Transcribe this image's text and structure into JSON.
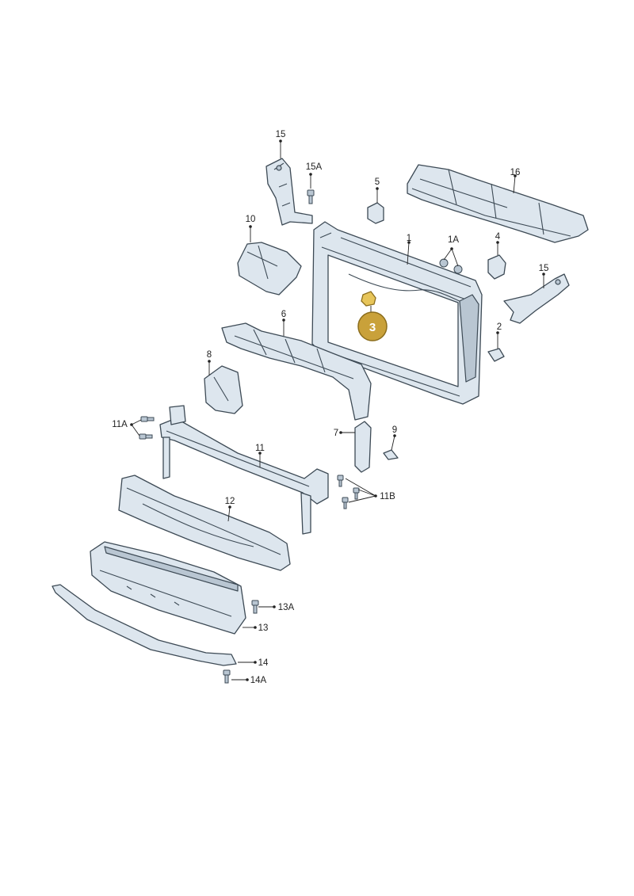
{
  "diagram": {
    "highlight": {
      "label": "3",
      "color": "#c9a13a"
    },
    "labels": {
      "p1": "1",
      "p1A": "1A",
      "p2": "2",
      "p4": "4",
      "p5": "5",
      "p6": "6",
      "p7": "7",
      "p8": "8",
      "p9": "9",
      "p10": "10",
      "p11": "11",
      "p11A": "11A",
      "p11B": "11B",
      "p12": "12",
      "p13": "13",
      "p13A": "13A",
      "p14": "14",
      "p14A": "14A",
      "p15top": "15",
      "p15A": "15A",
      "p15right": "15",
      "p16": "16"
    }
  }
}
